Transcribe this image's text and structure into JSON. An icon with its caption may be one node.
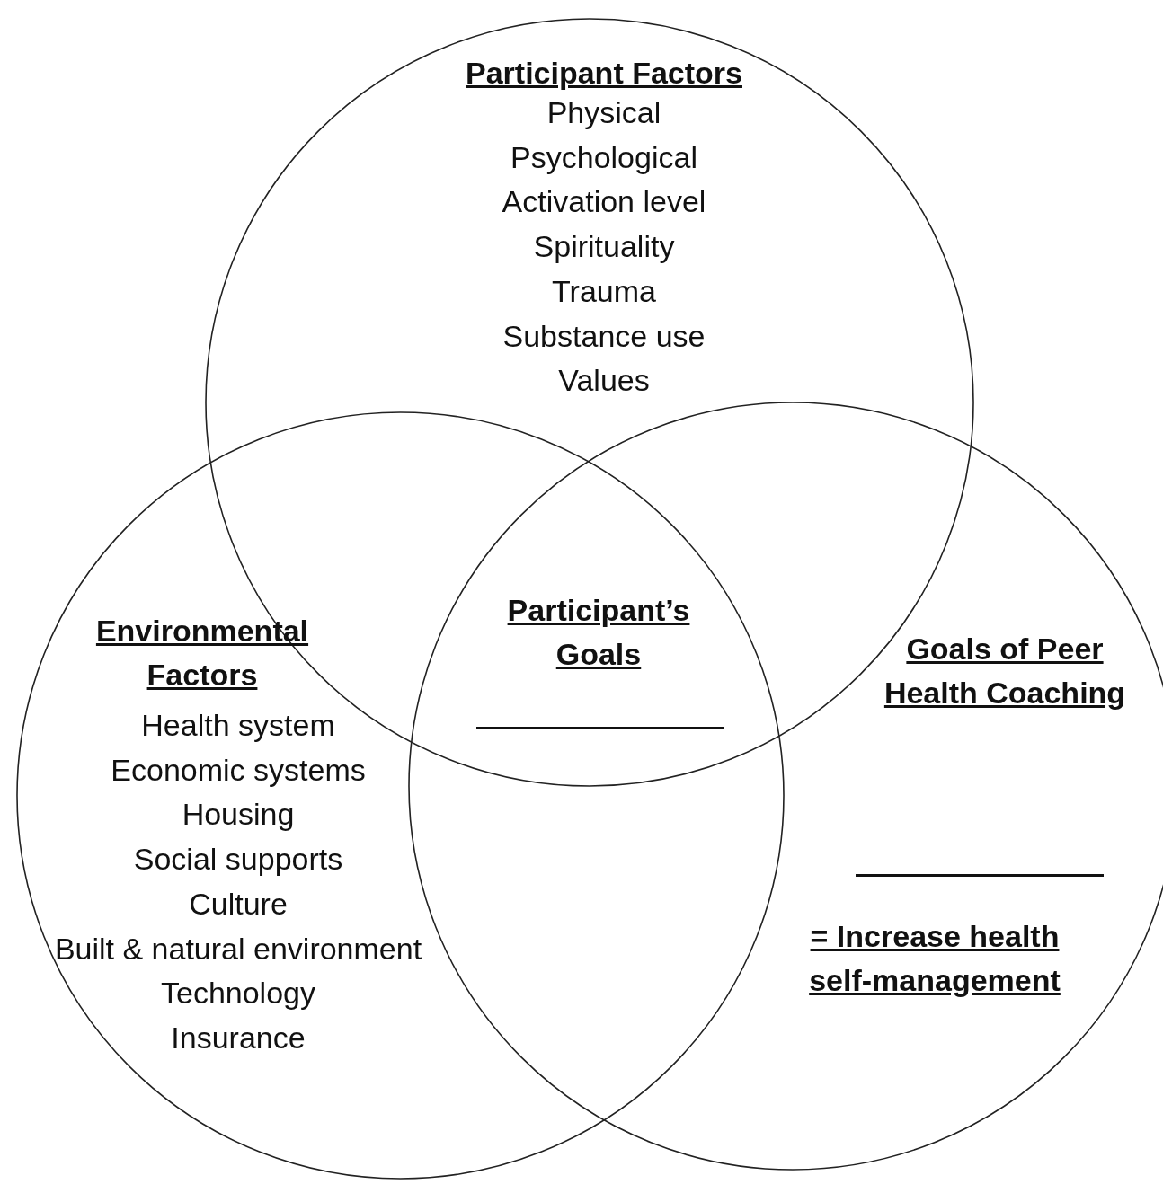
{
  "diagram": {
    "nodes": [
      {
        "text": [
          "Participant Factors",
          "Physical",
          "Psychological",
          "Activation level",
          "Spirituality",
          "Trauma",
          "Substance use",
          "Values"
        ]
      },
      {
        "text": [
          "Environmental Factors",
          "Health system",
          "Economic systems",
          "Housing",
          "Social supports",
          "Culture",
          "Built & natural environment",
          "Technology",
          "Insurance"
        ]
      },
      {
        "text": [
          "Goals of Peer Health Coaching",
          "= Increase health self-management"
        ]
      }
    ],
    "edges": [],
    "labels": [
      "Participant’s Goals"
    ]
  }
}
